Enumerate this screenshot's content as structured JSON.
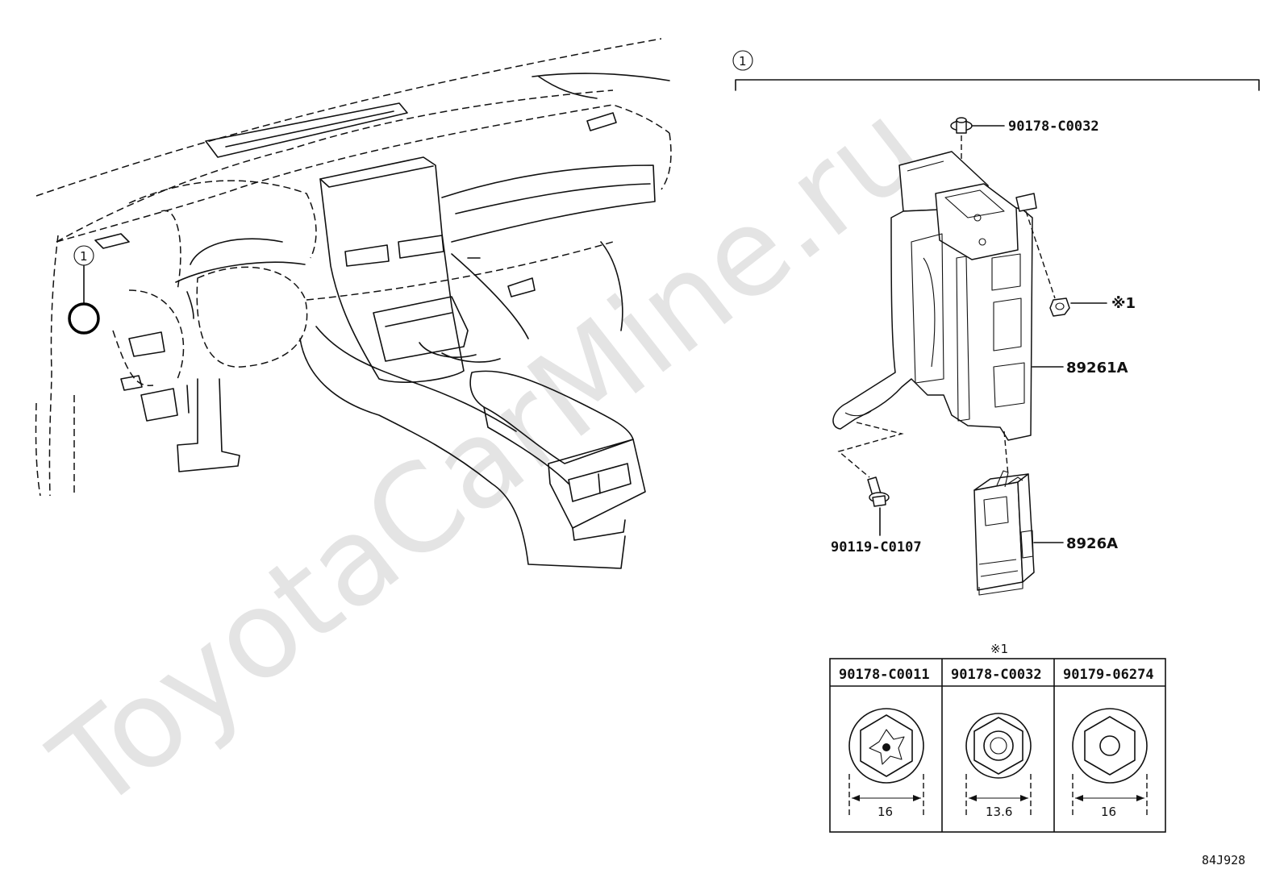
{
  "callout": {
    "marker": "1",
    "note_mark": "※1"
  },
  "parts": {
    "nut_top": "90178-C0032",
    "note_ref": "※1",
    "bracket": "89261A",
    "bolt": "90119-C0107",
    "receiver": "8926A"
  },
  "table": {
    "title": "※1",
    "columns": [
      {
        "part_no": "90178-C0011",
        "dimension": "16"
      },
      {
        "part_no": "90178-C0032",
        "dimension": "13.6"
      },
      {
        "part_no": "90179-06274",
        "dimension": "16"
      }
    ]
  },
  "diagram_code": "84J928",
  "watermark": "ToyotaCarMine.ru"
}
